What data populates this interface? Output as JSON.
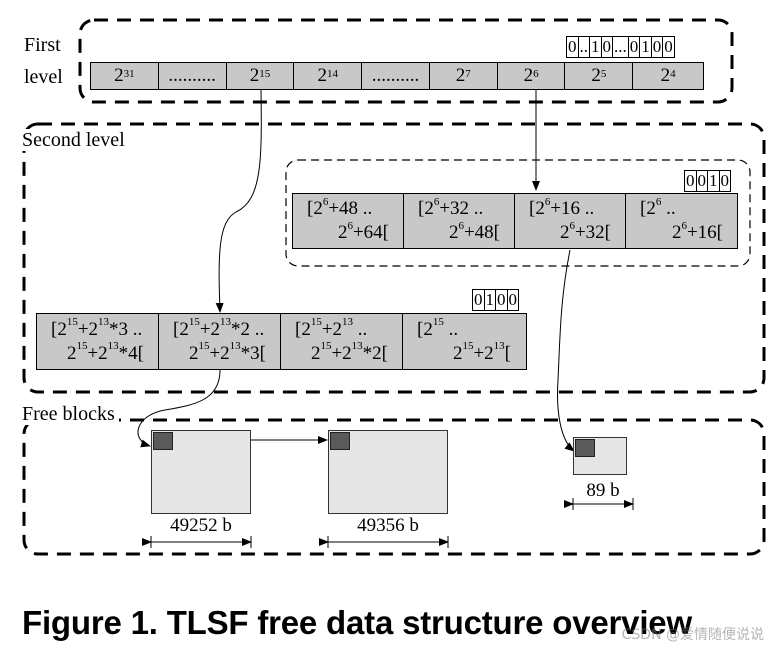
{
  "labels": {
    "first_level_1": "First",
    "first_level_2": "level",
    "second_level": "Second level",
    "free_blocks": "Free blocks"
  },
  "first_level": {
    "bitmap": [
      "0",
      "..",
      "1",
      "0",
      "...",
      "0",
      "1",
      "0",
      "0"
    ],
    "cells": [
      {
        "base": "2",
        "exp": "31"
      },
      {
        "text": ".........."
      },
      {
        "base": "2",
        "exp": "15"
      },
      {
        "base": "2",
        "exp": "14"
      },
      {
        "text": ".........."
      },
      {
        "base": "2",
        "exp": "7"
      },
      {
        "base": "2",
        "exp": "6"
      },
      {
        "base": "2",
        "exp": "5"
      },
      {
        "base": "2",
        "exp": "4"
      }
    ]
  },
  "second_level_a": {
    "bitmap": [
      "0",
      "0",
      "1",
      "0"
    ],
    "cells": [
      {
        "l1": [
          "[2",
          "6",
          "+48 .."
        ],
        "l2": [
          "2",
          "6",
          "+64["
        ]
      },
      {
        "l1": [
          "[2",
          "6",
          "+32 .."
        ],
        "l2": [
          "2",
          "6",
          "+48["
        ]
      },
      {
        "l1": [
          "[2",
          "6",
          "+16 .."
        ],
        "l2": [
          "2",
          "6",
          "+32["
        ]
      },
      {
        "l1": [
          "[2",
          "6",
          " .."
        ],
        "l2": [
          "2",
          "6",
          "+16["
        ]
      }
    ]
  },
  "second_level_b": {
    "bitmap": [
      "0",
      "1",
      "0",
      "0"
    ],
    "cells": [
      {
        "l1": [
          "[2",
          "15",
          "+2",
          "13",
          "*3 .."
        ],
        "l2": [
          "2",
          "15",
          "+2",
          "13",
          "*4["
        ]
      },
      {
        "l1": [
          "[2",
          "15",
          "+2",
          "13",
          "*2 .."
        ],
        "l2": [
          "2",
          "15",
          "+2",
          "13",
          "*3["
        ]
      },
      {
        "l1": [
          "[2",
          "15",
          "+2",
          "13",
          " .."
        ],
        "l2": [
          "2",
          "15",
          "+2",
          "13",
          "*2["
        ]
      },
      {
        "l1": [
          "[2",
          "15",
          " .."
        ],
        "l2": [
          "2",
          "15",
          "+2",
          "13",
          "["
        ]
      }
    ]
  },
  "free_blocks": [
    {
      "size": "49252 b"
    },
    {
      "size": "49356 b"
    },
    {
      "size": "89 b"
    }
  ],
  "caption": "Figure 1. TLSF free data structure overview",
  "watermark": "CSDN @爱情随便说说"
}
